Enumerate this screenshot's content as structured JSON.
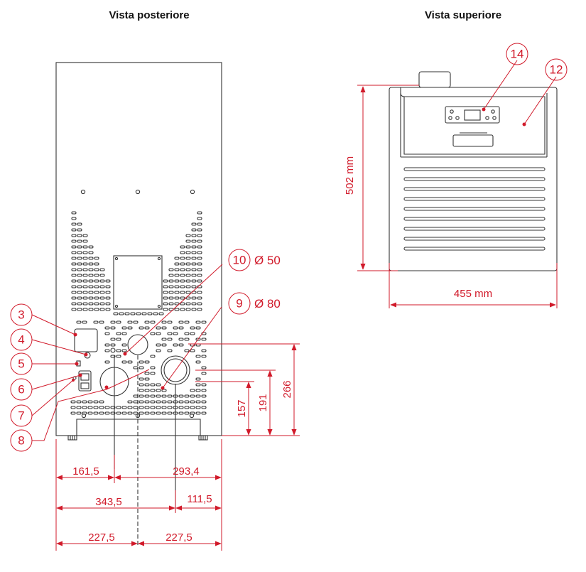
{
  "titles": {
    "rear_view": "Vista posteriore",
    "top_view": "Vista superiore"
  },
  "callouts": [
    {
      "id": "3",
      "text": "3"
    },
    {
      "id": "4",
      "text": "4"
    },
    {
      "id": "5",
      "text": "5"
    },
    {
      "id": "6",
      "text": "6"
    },
    {
      "id": "7",
      "text": "7"
    },
    {
      "id": "8",
      "text": "8"
    },
    {
      "id": "9",
      "text": "9",
      "diameter": "Ø 80"
    },
    {
      "id": "10",
      "text": "10",
      "diameter": "Ø 50"
    },
    {
      "id": "12",
      "text": "12"
    },
    {
      "id": "14",
      "text": "14"
    }
  ],
  "dimensions": {
    "rear_horizontal": {
      "d_161_5": "161,5",
      "d_293_4": "293,4",
      "d_343_5": "343,5",
      "d_111_5": "111,5",
      "d_227_5_left": "227,5",
      "d_227_5_right": "227,5"
    },
    "rear_vertical": {
      "d_157": "157",
      "d_191": "191",
      "d_266": "266"
    },
    "top": {
      "depth": "502 mm",
      "width": "455 mm"
    }
  },
  "colors": {
    "annotation": "#d11a2a",
    "outline": "#333333"
  }
}
